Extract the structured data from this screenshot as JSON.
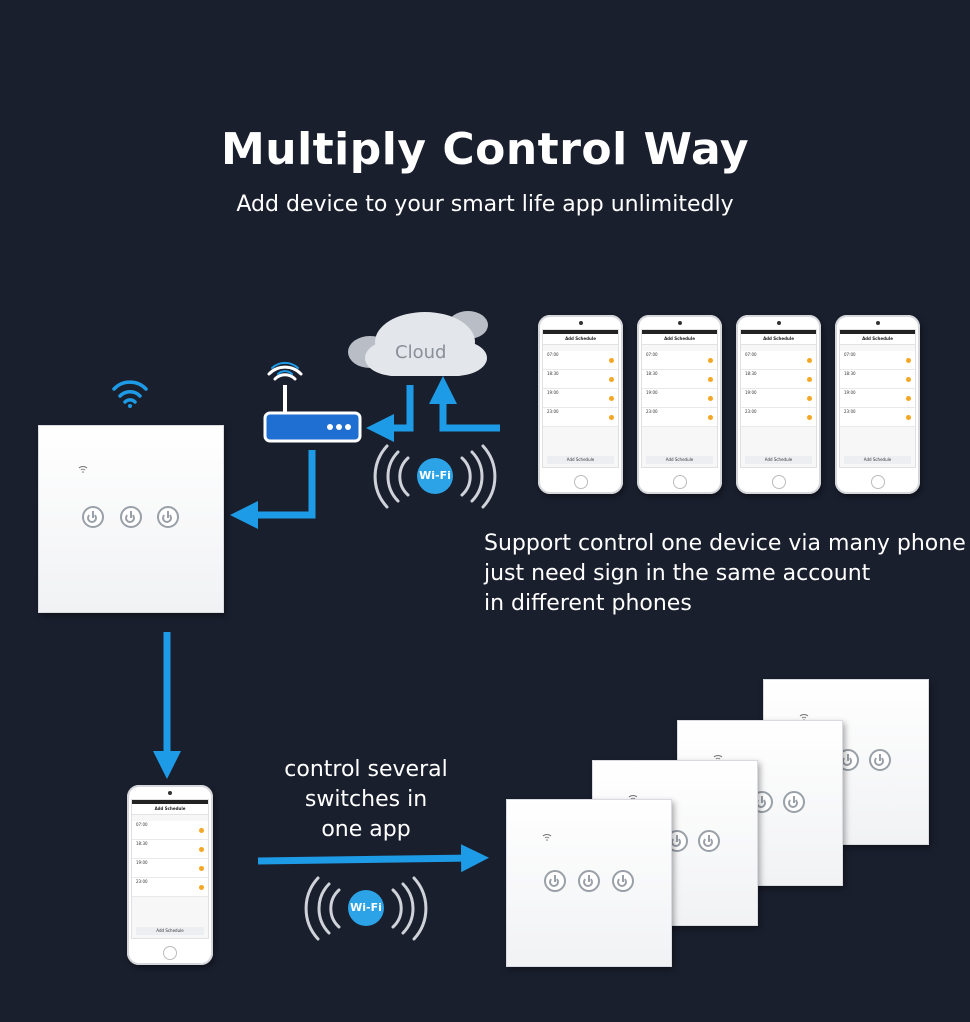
{
  "title": "Multiply Control Way",
  "subtitle": "Add device to your smart life app unlimitedly",
  "cloud_label": "Cloud",
  "wifi_badge_text": "Wi-Fi",
  "support_text": {
    "line1": "Support control one device via many phone",
    "line2": "just need sign in the same account",
    "line3": "in different phones"
  },
  "control_text": {
    "line1": "control several",
    "line2": "switches in",
    "line3": "one app"
  },
  "phone_app": {
    "header": "Add Schedule",
    "button": "Add Schedule",
    "rows": [
      "07:00",
      "18:30",
      "19:00",
      "23:00"
    ]
  },
  "colors": {
    "background": "#1a1f2e",
    "arrow": "#1e9be6",
    "accent_orange": "#f5a623"
  }
}
